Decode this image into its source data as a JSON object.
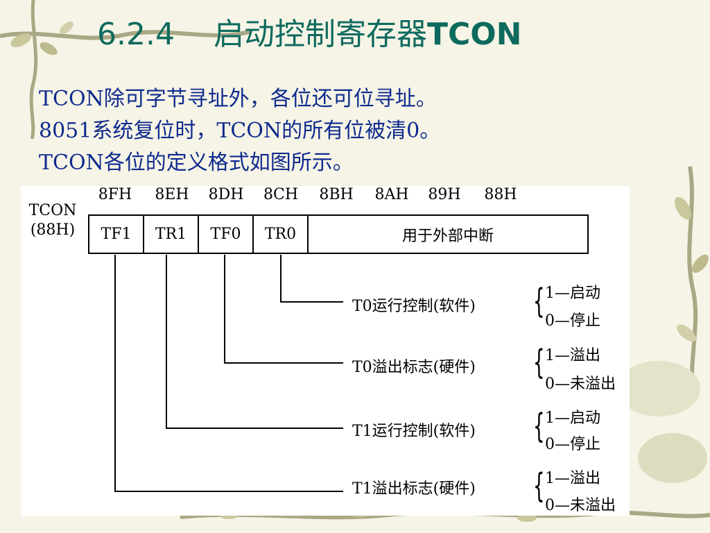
{
  "title": {
    "number": "6.2.4",
    "text": "启动控制寄存器",
    "code": "TCON"
  },
  "intro_lines": [
    "TCON除可字节寻址外，各位还可位寻址。",
    "8051系统复位时，TCON的所有位被清0。",
    "TCON各位的定义格式如图所示。"
  ],
  "register": {
    "label_line1": "TCON",
    "label_line2": "(88H)",
    "addresses": [
      "8FH",
      "8EH",
      "8DH",
      "8CH",
      "8BH",
      "8AH",
      "89H",
      "88H"
    ],
    "bits": [
      "TF1",
      "TR1",
      "TF0",
      "TR0"
    ],
    "remaining_bits_label": "用于外部中断"
  },
  "descriptions": [
    {
      "text": "T0运行控制(软件)",
      "opt1": "1—启动",
      "opt0": "0—停止"
    },
    {
      "text": "T0溢出标志(硬件)",
      "opt1": "1—溢出",
      "opt0": "0—未溢出"
    },
    {
      "text": "T1运行控制(软件)",
      "opt1": "1—启动",
      "opt0": "0—停止"
    },
    {
      "text": "T1溢出标志(硬件)",
      "opt1": "1—溢出",
      "opt0": "0—未溢出"
    }
  ]
}
